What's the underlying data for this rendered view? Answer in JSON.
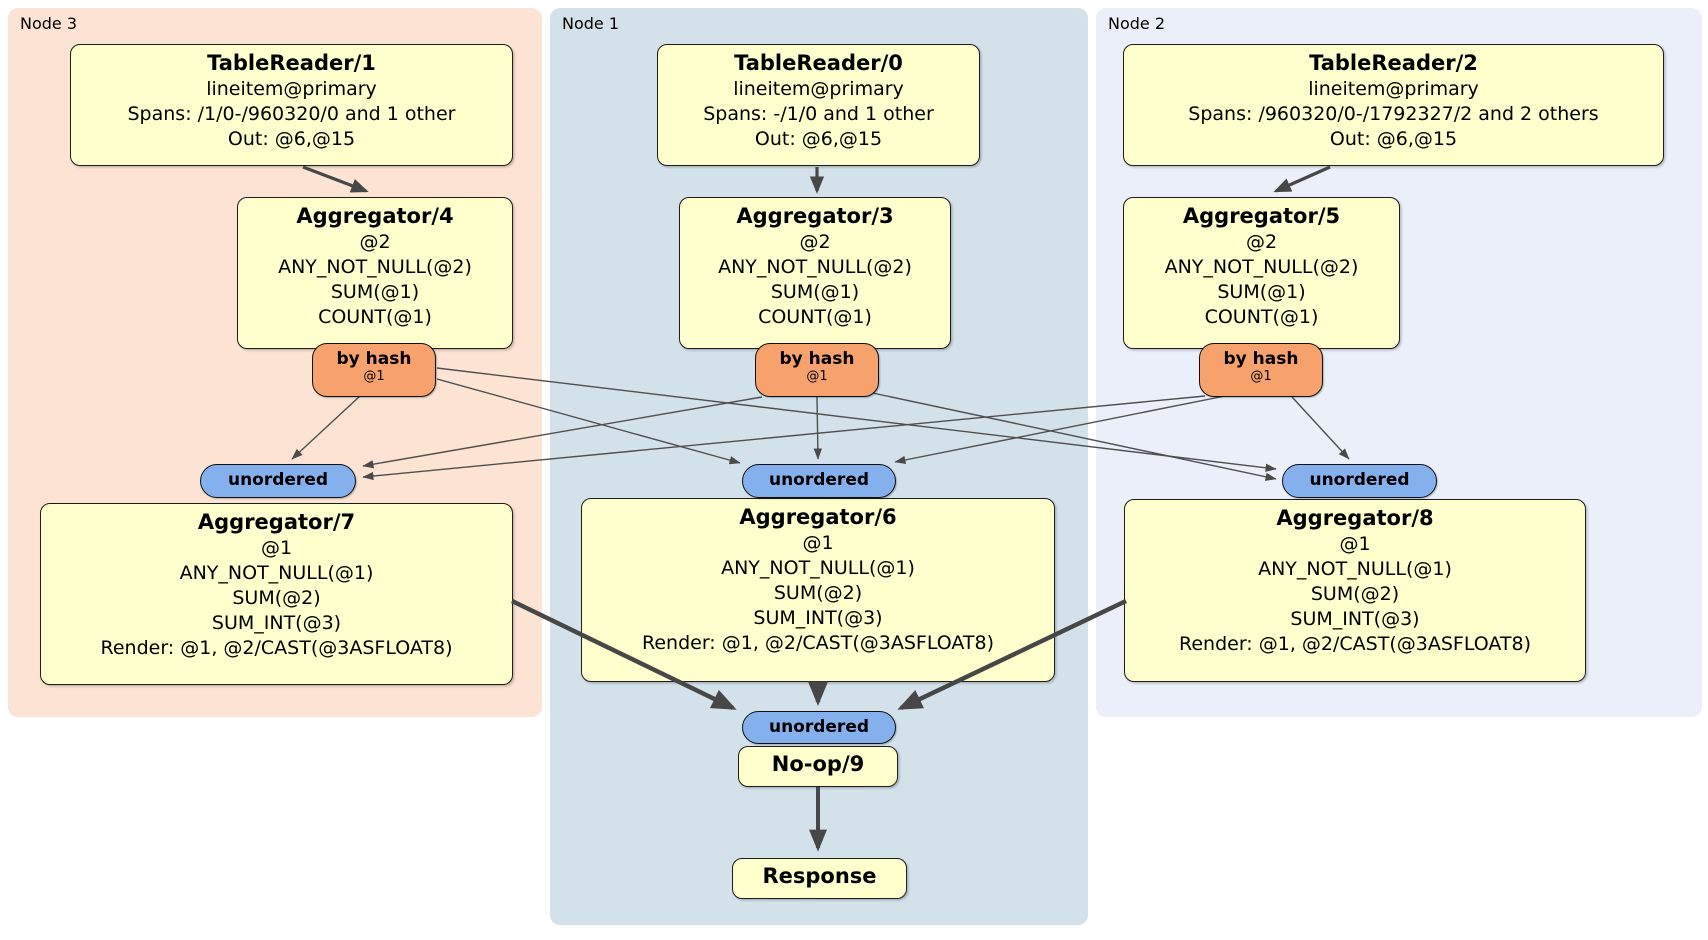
{
  "colors": {
    "background": "#ffffff",
    "node_box_fill": "#ffffcd",
    "router_fill": "#f7a26d",
    "sync_fill": "#85b0ee",
    "region_node3_fill": "#fce3d3",
    "region_node1_fill": "#d3e1ea",
    "region_node2_fill": "#eaeffa",
    "edge_color": "#4a4a4a"
  },
  "regions": {
    "node3": {
      "label": "Node 3",
      "table_reader": {
        "title": "TableReader/1",
        "lines": [
          "lineitem@primary",
          "Spans: /1/0-/960320/0 and 1 other",
          "Out: @6,@15"
        ]
      },
      "aggregator_top": {
        "title": "Aggregator/4",
        "lines": [
          "@2",
          "ANY_NOT_NULL(@2)",
          "SUM(@1)",
          "COUNT(@1)"
        ]
      },
      "router": {
        "title": "by hash",
        "detail": "@1"
      },
      "sync": {
        "label": "unordered"
      },
      "aggregator_bottom": {
        "title": "Aggregator/7",
        "lines": [
          "@1",
          "ANY_NOT_NULL(@1)",
          "SUM(@2)",
          "SUM_INT(@3)",
          "Render: @1, @2/CAST(@3ASFLOAT8)"
        ]
      }
    },
    "node1": {
      "label": "Node 1",
      "table_reader": {
        "title": "TableReader/0",
        "lines": [
          "lineitem@primary",
          "Spans: -/1/0 and 1 other",
          "Out: @6,@15"
        ]
      },
      "aggregator_top": {
        "title": "Aggregator/3",
        "lines": [
          "@2",
          "ANY_NOT_NULL(@2)",
          "SUM(@1)",
          "COUNT(@1)"
        ]
      },
      "router": {
        "title": "by hash",
        "detail": "@1"
      },
      "sync": {
        "label": "unordered"
      },
      "aggregator_bottom": {
        "title": "Aggregator/6",
        "lines": [
          "@1",
          "ANY_NOT_NULL(@1)",
          "SUM(@2)",
          "SUM_INT(@3)",
          "Render: @1, @2/CAST(@3ASFLOAT8)"
        ]
      },
      "final_sync": {
        "label": "unordered"
      },
      "noop": {
        "title": "No-op/9"
      },
      "response": {
        "title": "Response"
      }
    },
    "node2": {
      "label": "Node 2",
      "table_reader": {
        "title": "TableReader/2",
        "lines": [
          "lineitem@primary",
          "Spans: /960320/0-/1792327/2 and 2 others",
          "Out: @6,@15"
        ]
      },
      "aggregator_top": {
        "title": "Aggregator/5",
        "lines": [
          "@2",
          "ANY_NOT_NULL(@2)",
          "SUM(@1)",
          "COUNT(@1)"
        ]
      },
      "router": {
        "title": "by hash",
        "detail": "@1"
      },
      "sync": {
        "label": "unordered"
      },
      "aggregator_bottom": {
        "title": "Aggregator/8",
        "lines": [
          "@1",
          "ANY_NOT_NULL(@1)",
          "SUM(@2)",
          "SUM_INT(@3)",
          "Render: @1, @2/CAST(@3ASFLOAT8)"
        ]
      }
    }
  },
  "edges": {
    "table_reader_to_aggregator": [
      [
        "TableReader/1",
        "Aggregator/4"
      ],
      [
        "TableReader/0",
        "Aggregator/3"
      ],
      [
        "TableReader/2",
        "Aggregator/5"
      ]
    ],
    "router_to_sync": [
      [
        "node3-router",
        "node3-sync"
      ],
      [
        "node3-router",
        "node1-sync"
      ],
      [
        "node3-router",
        "node2-sync"
      ],
      [
        "node1-router",
        "node3-sync"
      ],
      [
        "node1-router",
        "node1-sync"
      ],
      [
        "node1-router",
        "node2-sync"
      ],
      [
        "node2-router",
        "node3-sync"
      ],
      [
        "node2-router",
        "node1-sync"
      ],
      [
        "node2-router",
        "node2-sync"
      ]
    ],
    "aggregator_to_final_sync": [
      [
        "Aggregator/7",
        "final-unordered"
      ],
      [
        "Aggregator/6",
        "final-unordered"
      ],
      [
        "Aggregator/8",
        "final-unordered"
      ]
    ],
    "noop_to_response": [
      [
        "No-op/9",
        "Response"
      ]
    ]
  }
}
